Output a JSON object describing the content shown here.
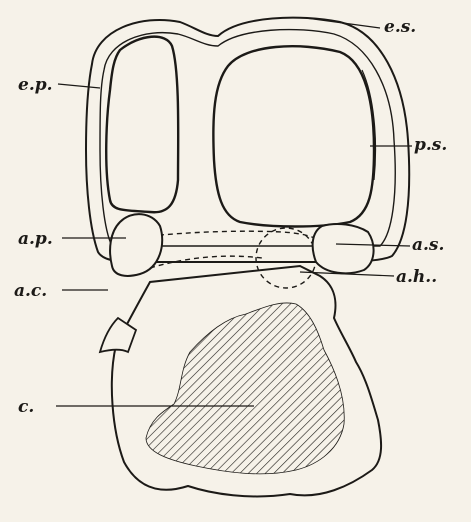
{
  "figure": {
    "background": "#f6f2e9",
    "ink": "#1c1a17",
    "labels": {
      "es": "e.s.",
      "ep": "e.p.",
      "ps": "p.s.",
      "ap": "a.p.",
      "as": "a.s.",
      "ah": "a.h..",
      "ac": "a.c.",
      "c": "c."
    }
  }
}
